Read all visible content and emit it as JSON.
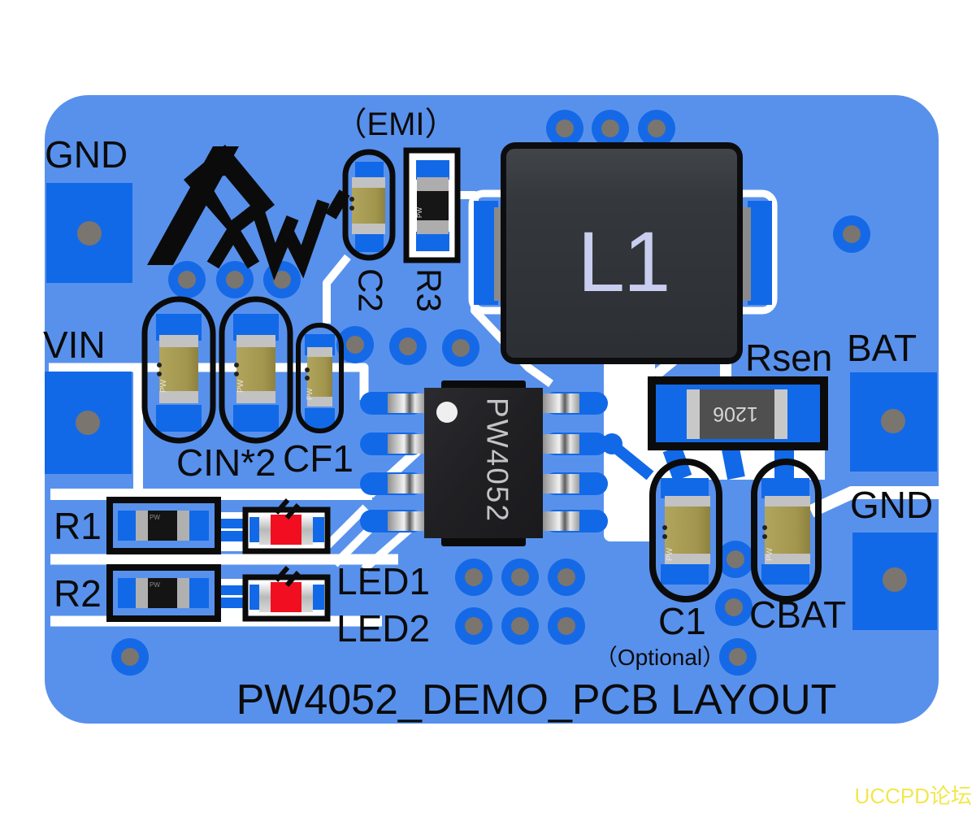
{
  "title": "PW4052_DEMO_PCB LAYOUT",
  "watermark": "UCCPD论坛",
  "labels": {
    "gnd_top_left": "GND",
    "vin": "VIN",
    "emi": "（EMI）",
    "c2": "C2",
    "r3": "R3",
    "l1": "L1",
    "rsen": "Rsen",
    "rsen_marking": "1206",
    "bat": "BAT",
    "cin": "CIN*2",
    "cf1": "CF1",
    "chip": "PW4052",
    "r1": "R1",
    "r2": "R2",
    "led1": "LED1",
    "led2": "LED2",
    "c1": "C1",
    "c1_note": "（Optional）",
    "cbat": "CBAT",
    "gnd_right": "GND",
    "cap_marking": "PW"
  },
  "colors": {
    "board": "#5891EC",
    "pad": "#1169E8",
    "trace": "#FFFFFF",
    "silkscreen": "#0B0B0B",
    "via_hole": "#7B756F",
    "capacitor_body": "#A89C54",
    "resistor_body": "#161616",
    "rsen_body": "#4F4F4F",
    "led_body": "#F10E20",
    "metal": "#C6C6C6",
    "inductor_body": "#34383C",
    "inductor_label": "#C9CDEE",
    "chip_body": "#212124",
    "watermark_color": "#F2E74E"
  }
}
